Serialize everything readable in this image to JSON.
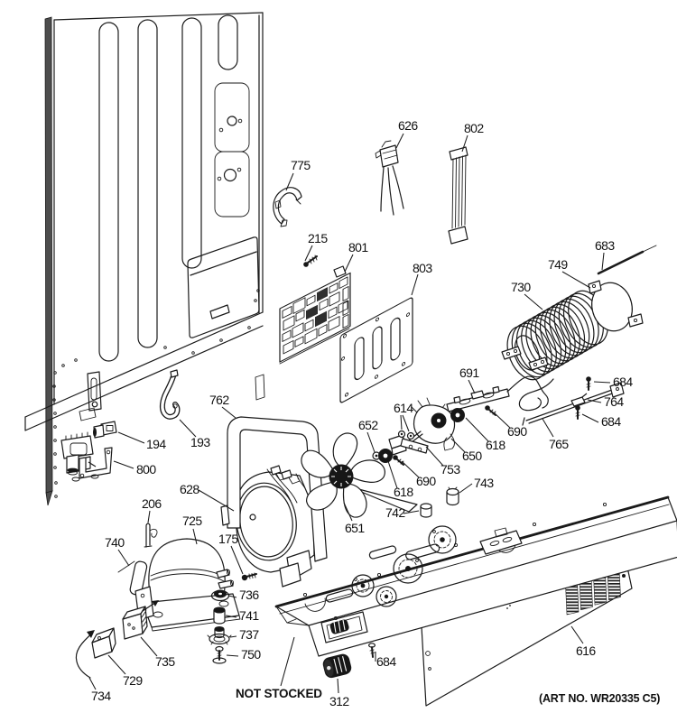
{
  "diagram": {
    "art_no": "(ART NO. WR20335 C5)",
    "not_stocked": "NOT STOCKED",
    "ink_color": "#1a1a1a",
    "parts": {
      "175": "175",
      "193": "193",
      "194": "194",
      "206": "206",
      "215": "215",
      "312": "312",
      "614": "614",
      "616": "616",
      "618": "618",
      "626": "626",
      "628": "628",
      "650": "650",
      "651": "651",
      "652": "652",
      "683": "683",
      "684": "684",
      "690": "690",
      "691": "691",
      "725": "725",
      "729": "729",
      "730": "730",
      "734": "734",
      "735": "735",
      "736": "736",
      "737": "737",
      "740": "740",
      "741": "741",
      "742": "742",
      "743": "743",
      "749": "749",
      "750": "750",
      "753": "753",
      "762": "762",
      "764": "764",
      "765": "765",
      "775": "775",
      "800": "800",
      "801": "801",
      "802": "802",
      "803": "803"
    }
  }
}
